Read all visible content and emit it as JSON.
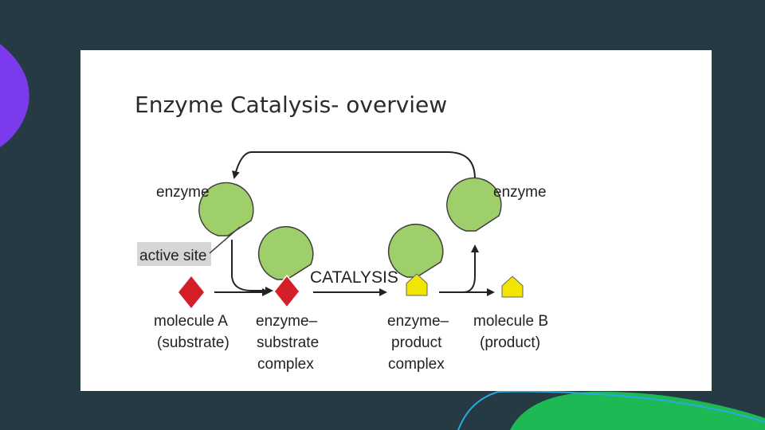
{
  "slide": {
    "title": "Enzyme Catalysis- overview"
  },
  "diagram": {
    "labels": {
      "enzyme_left": "enzyme",
      "enzyme_right": "enzyme",
      "active_site": "active site",
      "catalysis": "CATALYSIS",
      "molecule_a_line1": "molecule A",
      "molecule_a_line2": "(substrate)",
      "es_complex_line1": "enzyme–",
      "es_complex_line2": "substrate",
      "es_complex_line3": "complex",
      "ep_complex_line1": "enzyme–",
      "ep_complex_line2": "product",
      "ep_complex_line3": "complex",
      "molecule_b_line1": "molecule B",
      "molecule_b_line2": "(product)"
    },
    "colors": {
      "enzyme": "#9fcf6a",
      "enzyme_stroke": "#3d3d3d",
      "substrate": "#d41f2a",
      "product": "#f2e500",
      "active_site_bg": "#d6d6d6"
    }
  },
  "theme": {
    "background": "#253a43",
    "accent_purple": "#7c3aed",
    "accent_green": "#1db954",
    "accent_blue": "#2aa8e0"
  }
}
